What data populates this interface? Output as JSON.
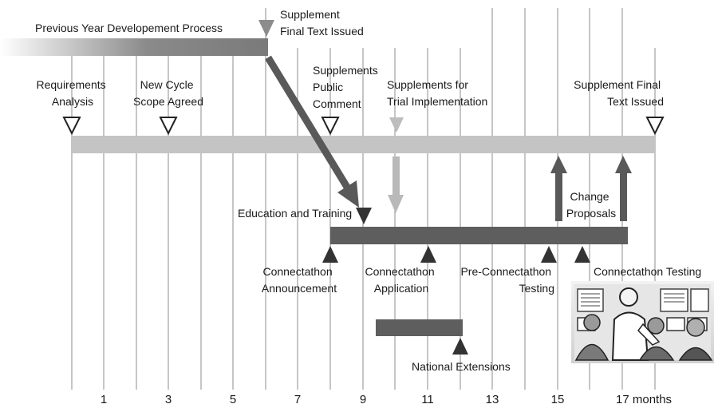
{
  "axis": {
    "tick_labels": [
      "1",
      "3",
      "5",
      "7",
      "9",
      "11",
      "13",
      "15"
    ],
    "last_label": "17 months"
  },
  "bars": {
    "previous_year": "Previous Year Developement Process"
  },
  "milestones": {
    "supplement_top": [
      "Supplement",
      "Final Text Issued"
    ],
    "requirements": [
      "Requirements",
      "Analysis"
    ],
    "new_cycle": [
      "New Cycle",
      "Scope Agreed"
    ],
    "public_comment": [
      "Supplements",
      "Public",
      "Comment"
    ],
    "trial_implementation": [
      "Supplements for",
      "Trial Implementation"
    ],
    "supplement_final": [
      "Supplement Final",
      "Text Issued"
    ],
    "education_training": "Education and Training",
    "change_proposals": [
      "Change",
      "Proposals"
    ],
    "connectathon_announcement": [
      "Connectathon",
      "Announcement"
    ],
    "connectathon_application": [
      "Connectathon",
      "Application"
    ],
    "pre_connectathon": [
      "Pre-Connectathon",
      "Testing"
    ],
    "connectathon_testing": "Connectathon Testing",
    "national_extensions": "National Extensions"
  },
  "colors": {
    "light_bar": "#c4c4c4",
    "dark_bar": "#5e5e5e",
    "arrow_dark": "#595959",
    "arrow_light": "#b9b9b9",
    "grid": "#8c8c8c"
  }
}
